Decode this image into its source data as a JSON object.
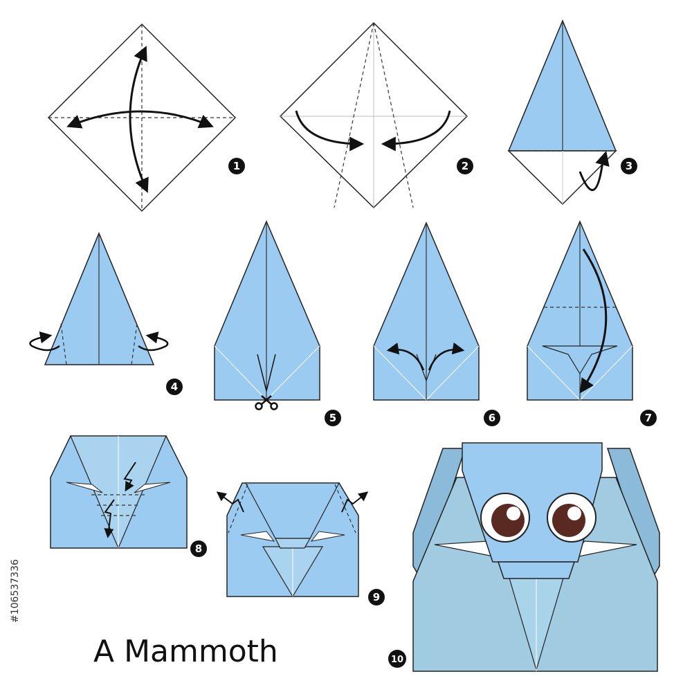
{
  "title": "A Mammoth",
  "side_code": "#106537336",
  "steps": [
    {
      "label": "1"
    },
    {
      "label": "2"
    },
    {
      "label": "3"
    },
    {
      "label": "4"
    },
    {
      "label": "5"
    },
    {
      "label": "6"
    },
    {
      "label": "7"
    },
    {
      "label": "8"
    },
    {
      "label": "9"
    },
    {
      "label": "10"
    }
  ],
  "colors": {
    "paper_blue": "#9bcbf0",
    "paper_blue_dark": "#85b7de",
    "body_blue": "#9cc9e0",
    "body_blue_light": "#a9d3e8",
    "outline": "#1a1a1a",
    "eye_iris": "#5a2a22",
    "badge": "#111111"
  }
}
